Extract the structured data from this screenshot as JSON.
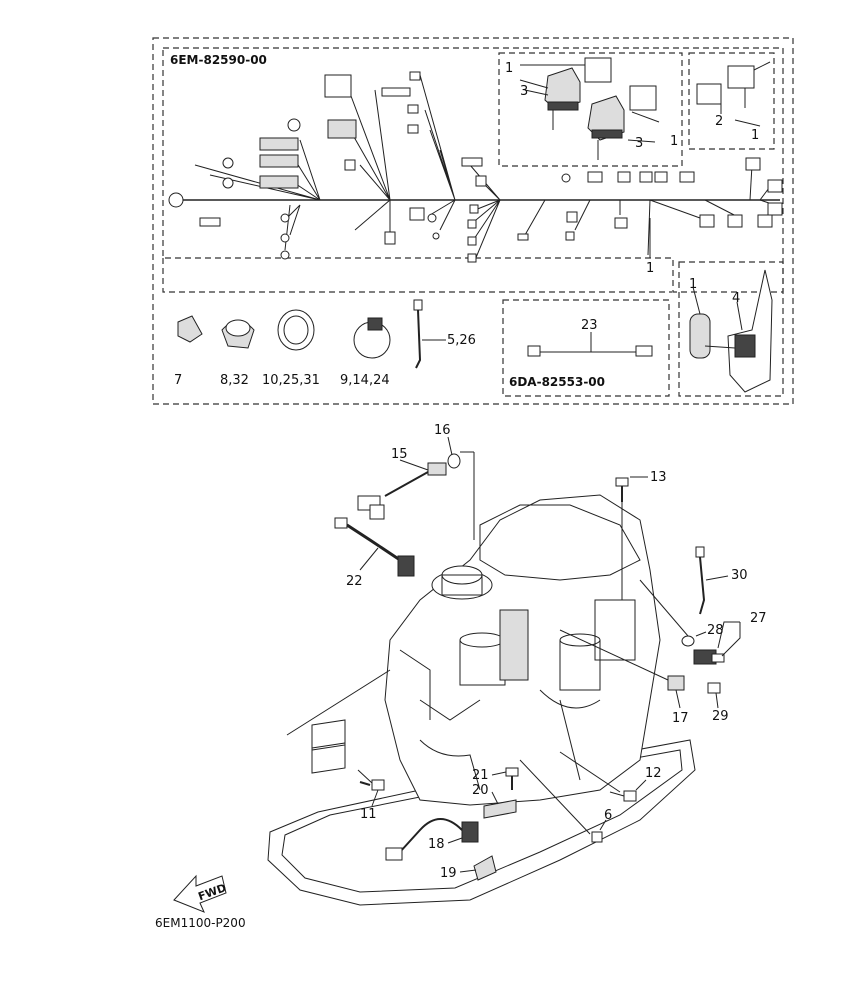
{
  "codes": {
    "main_harness": "6EM-82590-00",
    "sub_harness": "6DA-82553-00",
    "figure_ref": "6EM1100-P200"
  },
  "fwd_label": "FWD",
  "callouts": {
    "c1a": "1",
    "c3a": "3",
    "c3b": "3",
    "c1b": "1",
    "c2": "2",
    "c1c": "1",
    "c1d": "1",
    "c1e": "1",
    "c4": "4",
    "c7": "7",
    "c8_32": "8,32",
    "c10_25_31": "10,25,31",
    "c9_14_24": "9,14,24",
    "c5_26": "5,26",
    "c23": "23",
    "c16": "16",
    "c15": "15",
    "c13": "13",
    "c22": "22",
    "c30": "30",
    "c27": "27",
    "c28": "28",
    "c17": "17",
    "c29": "29",
    "c21": "21",
    "c20": "20",
    "c12": "12",
    "c11": "11",
    "c6": "6",
    "c18": "18",
    "c19": "19"
  }
}
